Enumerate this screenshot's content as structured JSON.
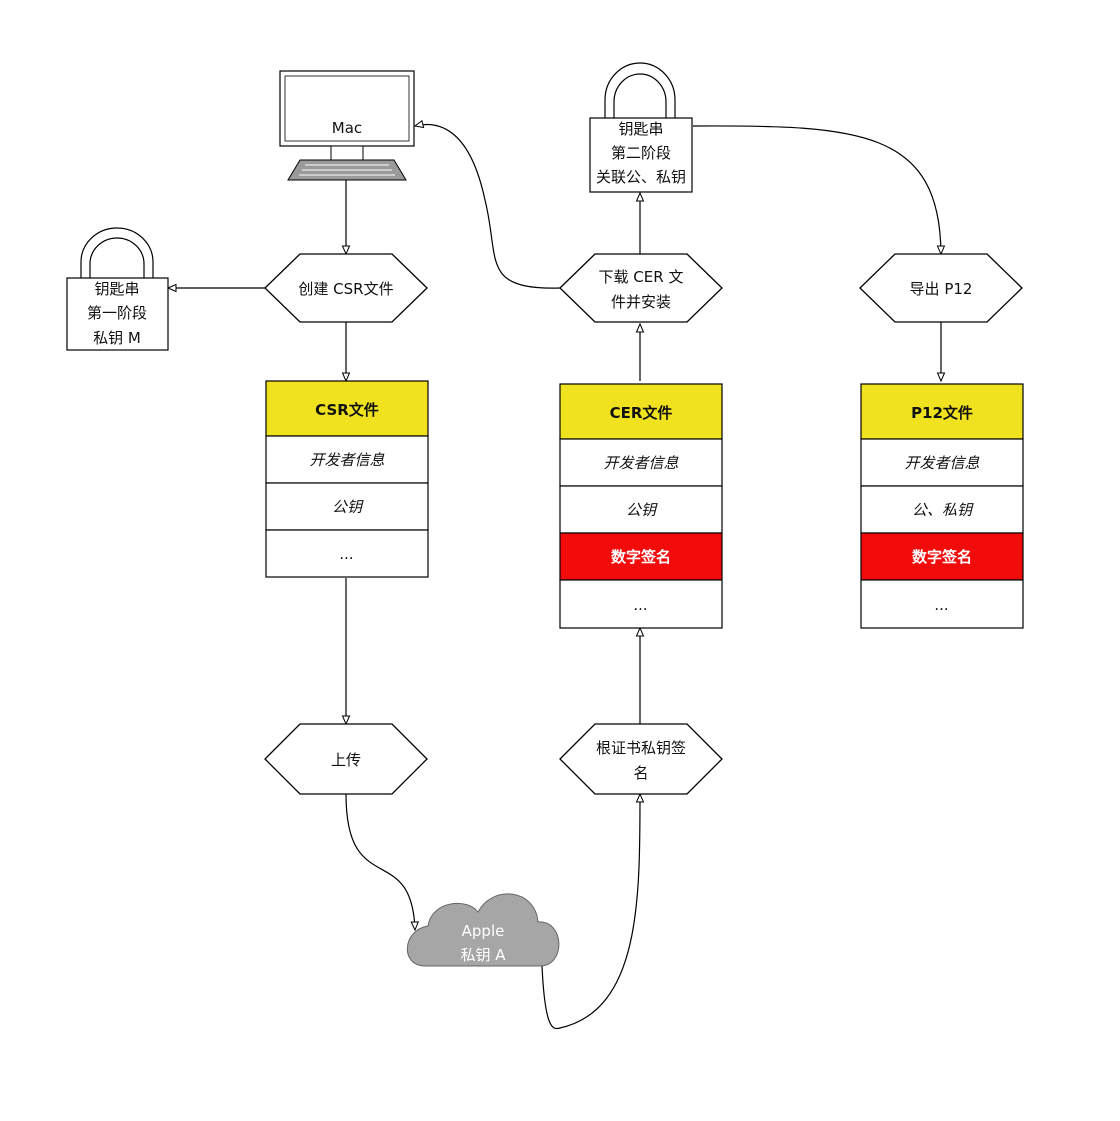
{
  "mac": {
    "label": "Mac"
  },
  "lock1": {
    "lines": [
      "钥匙串",
      "第一阶段",
      "私钥 M"
    ]
  },
  "lock2": {
    "lines": [
      "钥匙串",
      "第二阶段",
      "关联公、私钥"
    ]
  },
  "processes": {
    "create_csr": [
      "创建 CSR文件"
    ],
    "download_cer": [
      "下载 CER 文",
      "件并安装"
    ],
    "export_p12": [
      "导出 P12"
    ],
    "upload": [
      "上传"
    ],
    "root_sign": [
      "根证书私钥签",
      "名"
    ]
  },
  "cloud": {
    "lines": [
      "Apple",
      "私钥 A"
    ]
  },
  "colors": {
    "header": "#f1e21f",
    "signature": "#f10b0b",
    "cloud": "#a6a6a6"
  },
  "tables": {
    "csr": {
      "title": "CSR文件",
      "rows": [
        "开发者信息",
        "公钥",
        "..."
      ]
    },
    "cer": {
      "title": "CER文件",
      "rows": [
        "开发者信息",
        "公钥",
        "数字签名",
        "..."
      ]
    },
    "p12": {
      "title": "P12文件",
      "rows": [
        "开发者信息",
        "公、私钥",
        "数字签名",
        "..."
      ]
    }
  }
}
